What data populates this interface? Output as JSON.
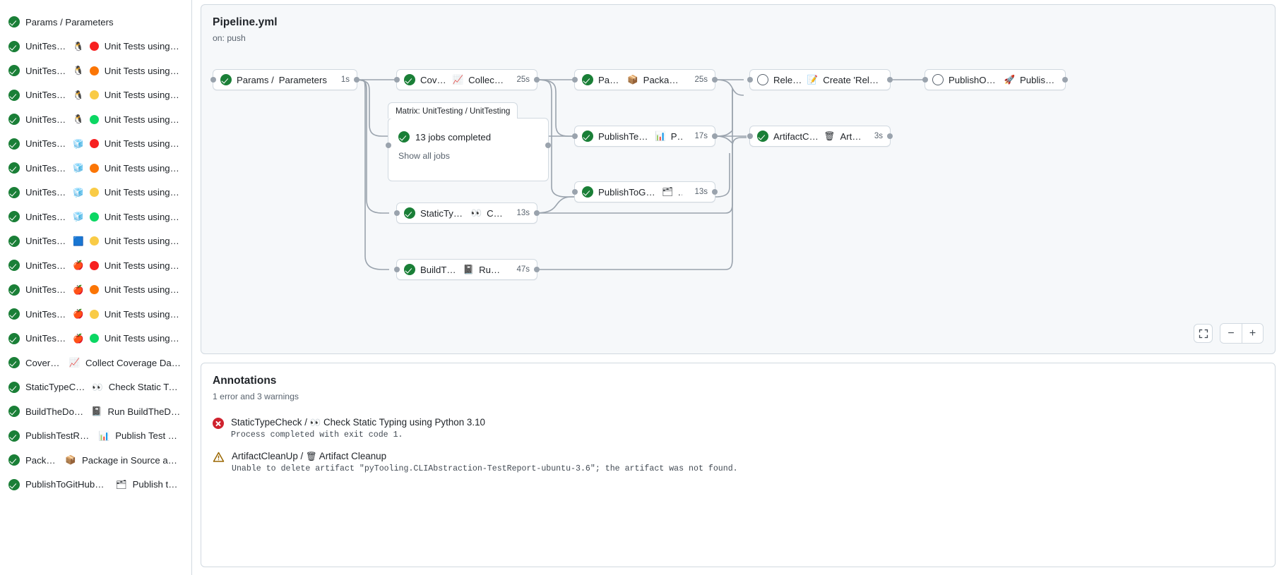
{
  "sidebar": {
    "items": [
      {
        "status": "success",
        "name": "Params / Parameters",
        "emoji": "",
        "dot": ""
      },
      {
        "status": "success",
        "name": "UnitTesting / ",
        "emoji": "🐧",
        "dot": "red",
        "label": "Unit Tests using Pyth..."
      },
      {
        "status": "success",
        "name": "UnitTesting / ",
        "emoji": "🐧",
        "dot": "orange",
        "label": "Unit Tests using Pyth..."
      },
      {
        "status": "success",
        "name": "UnitTesting / ",
        "emoji": "🐧",
        "dot": "yellow",
        "label": "Unit Tests using Pyth..."
      },
      {
        "status": "success",
        "name": "UnitTesting / ",
        "emoji": "🐧",
        "dot": "green",
        "label": "Unit Tests using Pyth..."
      },
      {
        "status": "success",
        "name": "UnitTesting / ",
        "emoji": "🧊",
        "dot": "red",
        "label": "Unit Tests using Pyth..."
      },
      {
        "status": "success",
        "name": "UnitTesting / ",
        "emoji": "🧊",
        "dot": "orange",
        "label": "Unit Tests using Pyth..."
      },
      {
        "status": "success",
        "name": "UnitTesting / ",
        "emoji": "🧊",
        "dot": "yellow",
        "label": "Unit Tests using Pyth..."
      },
      {
        "status": "success",
        "name": "UnitTesting / ",
        "emoji": "🧊",
        "dot": "green",
        "label": "Unit Tests using Pyth..."
      },
      {
        "status": "success",
        "name": "UnitTesting / ",
        "emoji": "🟦",
        "dot": "yellow",
        "label": "Unit Tests using Pyth..."
      },
      {
        "status": "success",
        "name": "UnitTesting / ",
        "emoji": "🍎",
        "dot": "red",
        "label": "Unit Tests using Pyth..."
      },
      {
        "status": "success",
        "name": "UnitTesting / ",
        "emoji": "🍎",
        "dot": "orange",
        "label": "Unit Tests using Pyth..."
      },
      {
        "status": "success",
        "name": "UnitTesting / ",
        "emoji": "🍎",
        "dot": "yellow",
        "label": "Unit Tests using Pyth..."
      },
      {
        "status": "success",
        "name": "UnitTesting / ",
        "emoji": "🍎",
        "dot": "green",
        "label": "Unit Tests using Pyth..."
      },
      {
        "status": "success",
        "name": "Coverage / ",
        "emoji": "📈",
        "dot": "",
        "label": "Collect Coverage Data usi..."
      },
      {
        "status": "success",
        "name": "StaticTypeCheck / ",
        "emoji": "👀",
        "dot": "",
        "label": "Check Static Typing..."
      },
      {
        "status": "success",
        "name": "BuildTheDocs / ",
        "emoji": "📓",
        "dot": "",
        "label": "Run BuildTheDocs"
      },
      {
        "status": "success",
        "name": "PublishTestResults / ",
        "emoji": "📊",
        "dot": "",
        "label": "Publish Test Resu..."
      },
      {
        "status": "success",
        "name": "Package / ",
        "emoji": "📦",
        "dot": "",
        "label": "Package in Source and Wh..."
      },
      {
        "status": "success",
        "name": "PublishToGitHubPages / ",
        "emoji": "🗂",
        "dot": "",
        "label": "Publish to G..."
      }
    ]
  },
  "graph": {
    "title": "Pipeline.yml",
    "subtitle": "on: push",
    "matrix_group_label": "Matrix: UnitTesting / UnitTesting",
    "matrix_jobs_text": "13 jobs completed",
    "matrix_show_all": "Show all jobs",
    "nodes": [
      {
        "id": "params",
        "status": "success",
        "prefix": "Params / ",
        "emoji": "",
        "label": "Parameters",
        "duration": "1s"
      },
      {
        "id": "coverage",
        "status": "success",
        "prefix": "Coverage / ",
        "emoji": "📈",
        "label": "Collect Cove...",
        "duration": "25s"
      },
      {
        "id": "statictype",
        "status": "success",
        "prefix": "StaticTypeCheck / ",
        "emoji": "👀",
        "label": "Chec...",
        "duration": "13s"
      },
      {
        "id": "builddocs",
        "status": "success",
        "prefix": "BuildTheDocs / ",
        "emoji": "📓",
        "label": "Run Buil...",
        "duration": "47s"
      },
      {
        "id": "package",
        "status": "success",
        "prefix": "Package / ",
        "emoji": "📦",
        "label": "Package in So...",
        "duration": "25s"
      },
      {
        "id": "publishtr",
        "status": "success",
        "prefix": "PublishTestResults / ",
        "emoji": "📊",
        "label": "Pu...",
        "duration": "17s"
      },
      {
        "id": "publishgh",
        "status": "success",
        "prefix": "PublishToGitHubPages / ",
        "emoji": "🗂",
        "label": "...",
        "duration": "13s"
      },
      {
        "id": "release",
        "status": "skipped",
        "prefix": "Release / ",
        "emoji": "📝",
        "label": "Create 'Release P...",
        "duration": ""
      },
      {
        "id": "artifact",
        "status": "success",
        "prefix": "ArtifactCleanUp / ",
        "emoji": "🗑",
        "label": "Artifac...",
        "duration": "3s"
      },
      {
        "id": "pypi",
        "status": "skipped",
        "prefix": "PublishOnPyPI / ",
        "emoji": "🚀",
        "label": "Publish to ...",
        "duration": ""
      }
    ],
    "controls": {
      "fullscreen": "fullscreen-icon",
      "zoom_out": "−",
      "zoom_in": "+"
    }
  },
  "annotations": {
    "title": "Annotations",
    "summary": "1 error and 3 warnings",
    "items": [
      {
        "severity": "error",
        "job": "StaticTypeCheck / ",
        "emoji": "👀",
        "step": "Check Static Typing using Python 3.10",
        "message": "Process completed with exit code 1."
      },
      {
        "severity": "warning",
        "job": "ArtifactCleanUp / ",
        "emoji": "🗑",
        "step": "Artifact Cleanup",
        "message": "Unable to delete artifact \"pyTooling.CLIAbstraction-TestReport-ubuntu-3.6\"; the artifact was not found."
      }
    ]
  },
  "colors": {
    "success": "#1a7f37",
    "error": "#cf222e",
    "warning": "#9a6700",
    "border": "#d1d9e0",
    "canvas": "#f6f8fa",
    "edge": "#9aa3ad"
  }
}
